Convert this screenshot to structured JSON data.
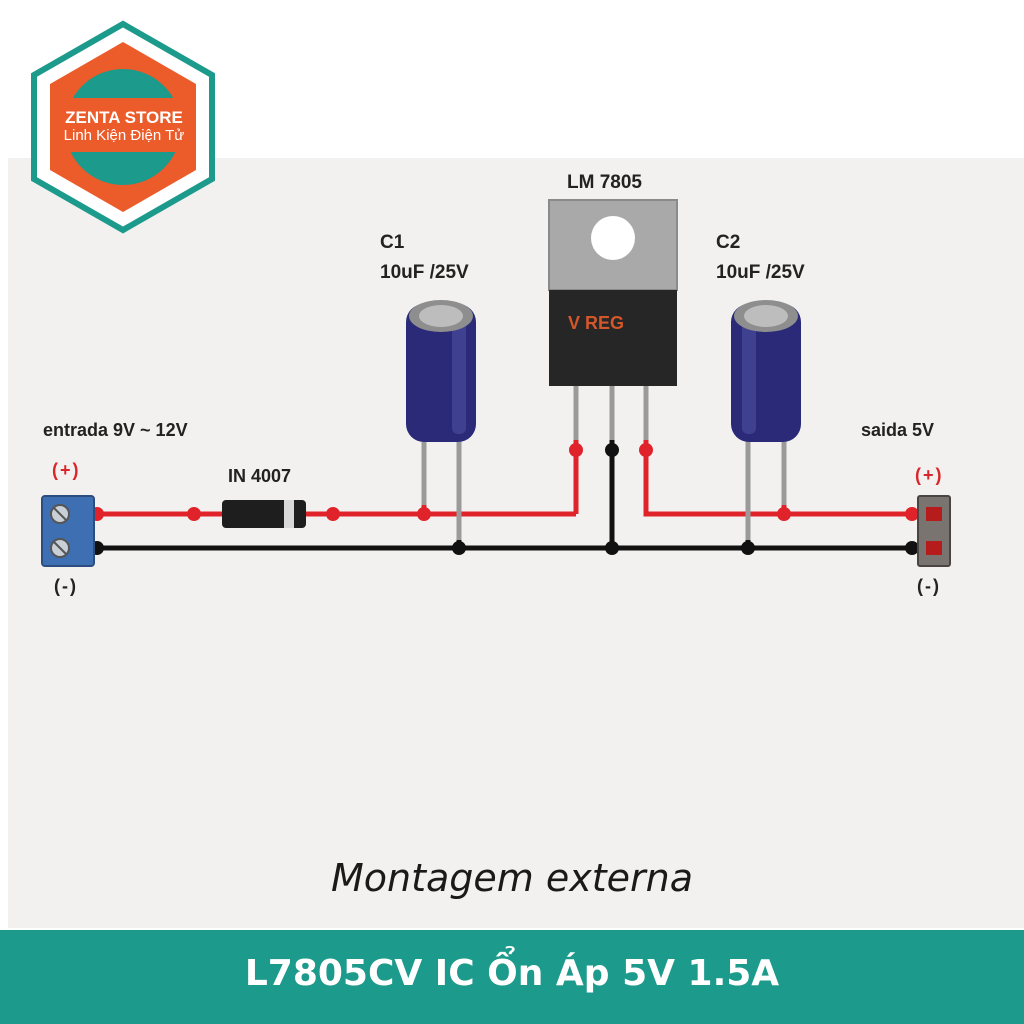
{
  "logo": {
    "brand": "ZENTA STORE",
    "subtitle": "Linh Kiện Điện Tử"
  },
  "regulator": {
    "name": "LM 7805",
    "marking": "V  REG"
  },
  "capacitor1": {
    "name": "C1",
    "value": "10uF /25V"
  },
  "capacitor2": {
    "name": "C2",
    "value": "10uF /25V"
  },
  "input": {
    "label": "entrada 9V ~ 12V",
    "positive": "(+)",
    "negative": "(-)"
  },
  "output": {
    "label": "saida 5V",
    "positive": "(+)",
    "negative": "(-)"
  },
  "diode": {
    "name": "IN 4007"
  },
  "caption": "Montagem externa",
  "banner": {
    "text": "L7805CV IC Ổn Áp 5V 1.5A"
  },
  "colors": {
    "positive_wire": "#e0232a",
    "ground_wire": "#111111",
    "banner": "#1c9a8b",
    "logo_accent": "#ec5b2a",
    "capacitor": "#2a2a78"
  }
}
